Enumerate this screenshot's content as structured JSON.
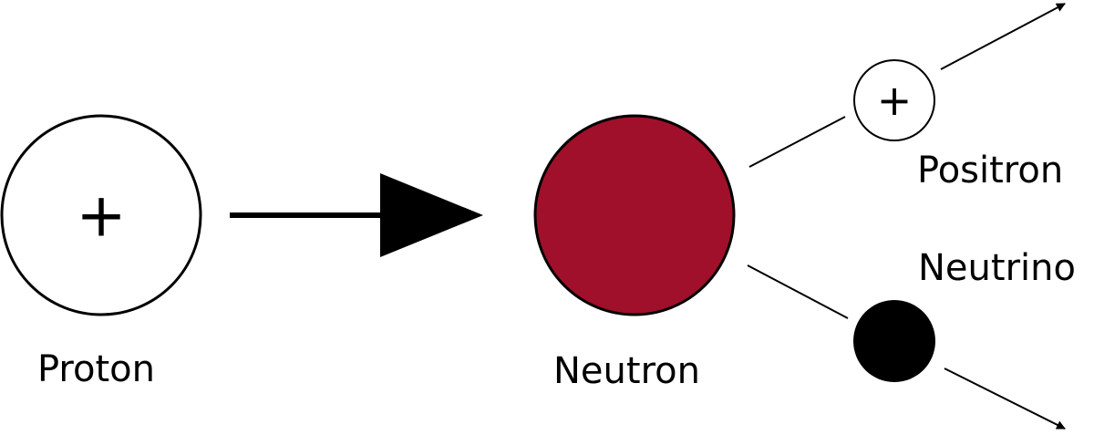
{
  "particles": {
    "proton": {
      "label": "Proton",
      "charge_symbol": "+",
      "fill": "#ffffff"
    },
    "neutron": {
      "label": "Neutron",
      "fill": "#a0102a"
    },
    "positron": {
      "label": "Positron",
      "charge_symbol": "+",
      "fill": "#ffffff"
    },
    "neutrino": {
      "label": "Neutrino",
      "fill": "#000000"
    }
  },
  "colors": {
    "stroke": "#000000",
    "neutron_fill": "#a0102a"
  }
}
